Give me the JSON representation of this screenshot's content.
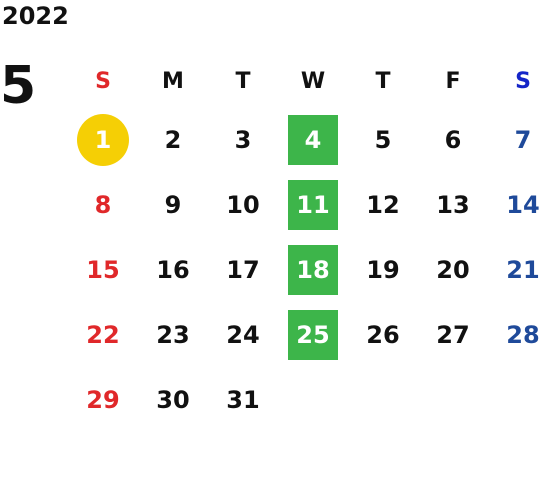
{
  "calendar": {
    "year": "2022",
    "month": "5",
    "weekdays": [
      "S",
      "M",
      "T",
      "W",
      "T",
      "F",
      "S"
    ],
    "weeks": [
      [
        "1",
        "2",
        "3",
        "4",
        "5",
        "6",
        "7"
      ],
      [
        "8",
        "9",
        "10",
        "11",
        "12",
        "13",
        "14"
      ],
      [
        "15",
        "16",
        "17",
        "18",
        "19",
        "20",
        "21"
      ],
      [
        "22",
        "23",
        "24",
        "25",
        "26",
        "27",
        "28"
      ],
      [
        "29",
        "30",
        "31",
        "",
        "",
        "",
        ""
      ]
    ],
    "highlights": {
      "circle_day": "1",
      "circle_color": "#f5cf05",
      "box_days": [
        "4",
        "11",
        "18",
        "25"
      ],
      "box_color": "#3db54a"
    },
    "colors": {
      "sunday": "#e0282a",
      "saturday_header": "#1525c8",
      "saturday": "#1f4a9a",
      "weekday": "#111111"
    }
  }
}
